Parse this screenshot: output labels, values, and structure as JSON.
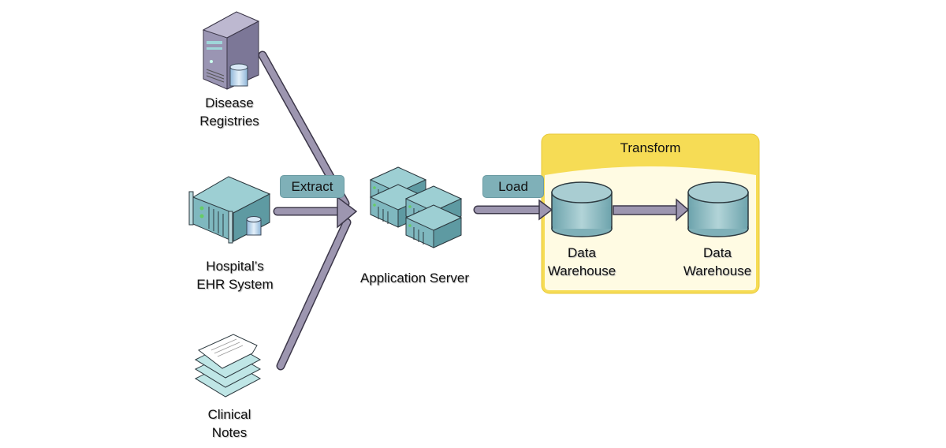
{
  "sources": [
    {
      "id": "disease-registries",
      "line1": "Disease",
      "line2": "Registries",
      "icon": "tower-server-with-database-icon"
    },
    {
      "id": "ehr-system",
      "line1": "Hospital’s",
      "line2": "EHR System",
      "icon": "rack-server-with-database-icon"
    },
    {
      "id": "clinical-notes",
      "line1": "Clinical",
      "line2": "Notes",
      "icon": "document-stack-icon"
    }
  ],
  "steps": {
    "extract": "Extract",
    "load": "Load",
    "transform": "Transform"
  },
  "app_server": {
    "label": "Application Server",
    "icon": "server-cluster-icon"
  },
  "warehouses": [
    {
      "line1": "Data",
      "line2": "Warehouse",
      "icon": "database-cylinder-icon"
    },
    {
      "line1": "Data",
      "line2": "Warehouse",
      "icon": "database-cylinder-icon"
    }
  ],
  "colors": {
    "arrow": "#9d96b0",
    "arrow_outline": "#3d384a",
    "tag": "#7fb0b8",
    "transform_header": "#f6dc55",
    "transform_body": "#fffbe3",
    "server": "#7fb8bf"
  }
}
